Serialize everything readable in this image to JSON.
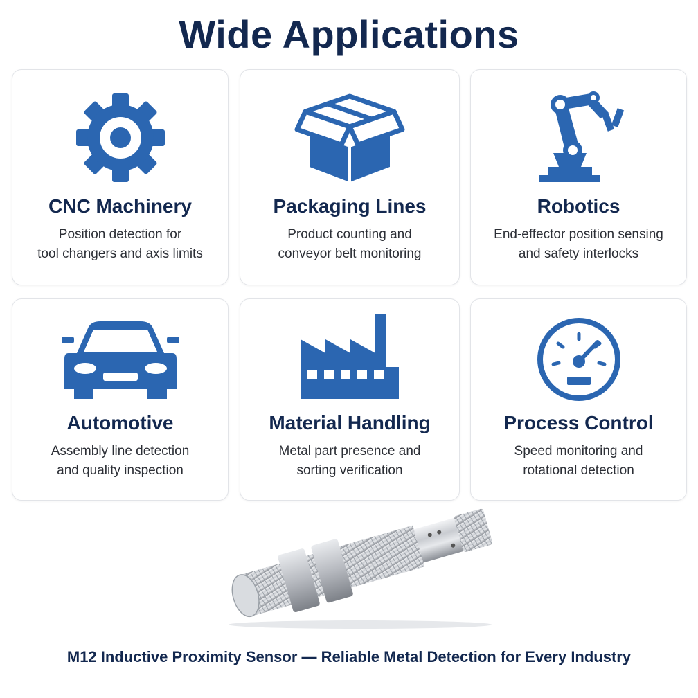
{
  "page": {
    "title": "Wide Applications"
  },
  "colors": {
    "accent": "#2b66b1",
    "heading": "#13284f",
    "text": "#2c2f36",
    "card_border": "#e2e4e8"
  },
  "cards": [
    {
      "title": "CNC Machinery",
      "description": "Position detection for\ntool changers and axis limits",
      "icon": "gear-icon"
    },
    {
      "title": "Packaging Lines",
      "description": "Product counting and\nconveyor belt monitoring",
      "icon": "box-icon"
    },
    {
      "title": "Robotics",
      "description": "End-effector position sensing\nand safety interlocks",
      "icon": "robot-arm-icon"
    },
    {
      "title": "Automotive",
      "description": "Assembly line detection\nand quality inspection",
      "icon": "car-icon"
    },
    {
      "title": "Material Handling",
      "description": "Metal part presence and\nsorting verification",
      "icon": "factory-icon"
    },
    {
      "title": "Process Control",
      "description": "Speed monitoring and\nrotational detection",
      "icon": "gauge-icon"
    }
  ],
  "product": {
    "image": "proximity-sensor-image"
  },
  "footer": {
    "caption": "M12 Inductive Proximity Sensor — Reliable Metal Detection for Every Industry"
  }
}
